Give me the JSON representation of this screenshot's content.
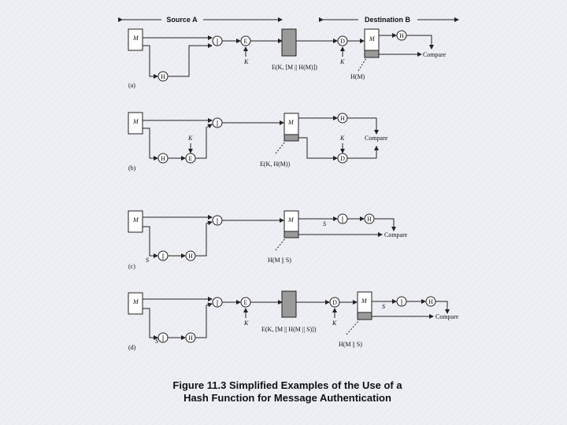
{
  "header": {
    "source": "Source A",
    "destination": "Destination B"
  },
  "labels": {
    "M": "M",
    "H": "H",
    "E": "E",
    "D": "D",
    "K": "K",
    "S": "S",
    "compare": "Compare",
    "a": "(a)",
    "b": "(b)",
    "c": "(c)",
    "d": "(d)",
    "a_cipher": "E(K, [M || H(M)])",
    "a_hash": "H(M)",
    "b_cipher": "E(K, H(M))",
    "c_hash": "H(M || S)",
    "d_cipher": "E(K, [M || H(M || S)])",
    "d_hash": "H(M || S)"
  },
  "caption": {
    "line1": "Figure 11.3  Simplified Examples of the Use of a",
    "line2": "Hash Function for Message Authentication"
  }
}
